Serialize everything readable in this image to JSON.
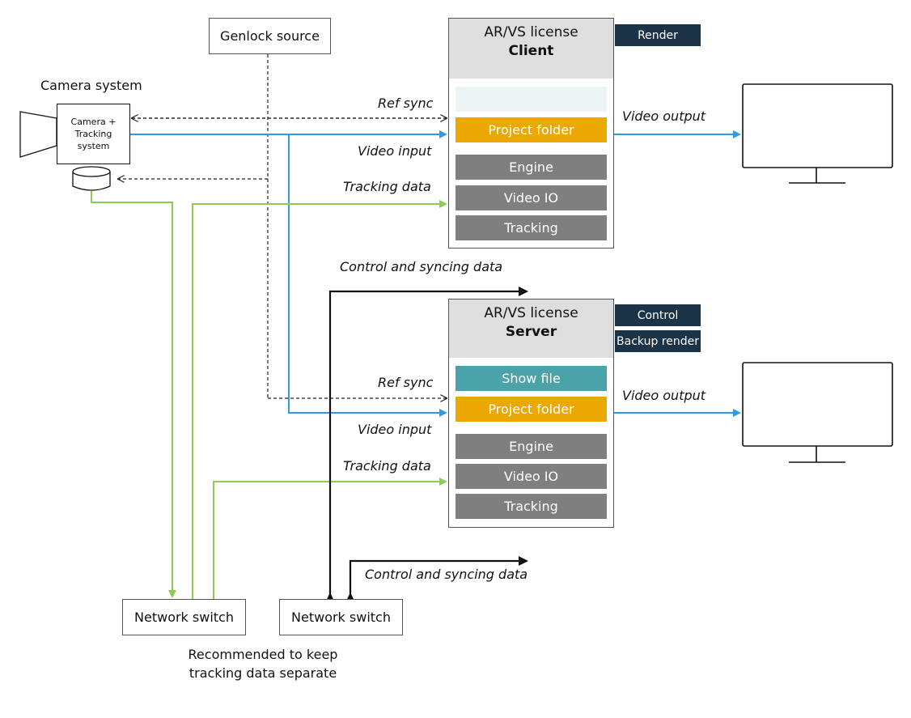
{
  "camera": {
    "title": "Camera system",
    "inner_line1": "Camera +",
    "inner_line2": "Tracking",
    "inner_line3": "system"
  },
  "genlock": {
    "label": "Genlock source"
  },
  "client": {
    "header_line1": "AR/VS license",
    "header_line2": "Client",
    "tag": "Render",
    "modules": [
      "",
      "Project folder",
      "Engine",
      "Video IO",
      "Tracking"
    ]
  },
  "server": {
    "header_line1": "AR/VS license",
    "header_line2": "Server",
    "tags": [
      "Control",
      "Backup render"
    ],
    "modules": [
      "Show file",
      "Project folder",
      "Engine",
      "Video IO",
      "Tracking"
    ]
  },
  "labels": {
    "ref_sync": "Ref sync",
    "video_input": "Video input",
    "tracking_data": "Tracking data",
    "video_output": "Video output",
    "control_sync": "Control and syncing data"
  },
  "switches": [
    "Network switch",
    "Network switch"
  ],
  "note": {
    "line1": "Recommended to keep",
    "line2": "tracking data separate"
  },
  "colors": {
    "video": "#3399e0",
    "tracking": "#8ccc55",
    "control": "#111111",
    "sync": "#222222",
    "tag": "#1b3347",
    "orange": "#eaa800",
    "teal": "#4aa3a8",
    "grey": "#7f7f7f"
  }
}
